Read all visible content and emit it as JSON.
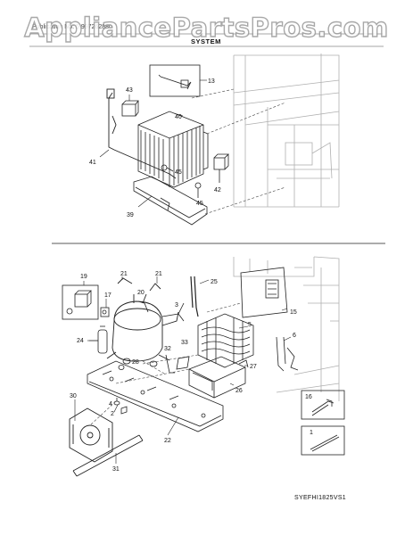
{
  "header": {
    "watermark": "AppliancePartsPros.com",
    "publication": "Publication No: 5 997262880",
    "section": "SYSTEM"
  },
  "footer": {
    "code": "SYEFHI1825VS1"
  },
  "callouts": {
    "c13": "13",
    "c43": "43",
    "c40": "40",
    "c41": "41",
    "c45a": "45",
    "c45b": "45",
    "c42": "42",
    "c39": "39",
    "c19": "19",
    "c21a": "21",
    "c21b": "21",
    "c17": "17",
    "c20": "20",
    "c25": "25",
    "c15": "15",
    "c3": "3",
    "c5": "5",
    "c6": "6",
    "c24": "24",
    "c32": "32",
    "c33": "33",
    "c28": "28",
    "c27": "27",
    "c26": "26",
    "c30": "30",
    "c4": "4",
    "c2": "2",
    "c22": "22",
    "c31": "31",
    "c16": "16",
    "c1": "1"
  },
  "colors": {
    "line": "#222222",
    "ghost": "#b0b0b0",
    "watermark_outline": "#9a9a9a"
  }
}
